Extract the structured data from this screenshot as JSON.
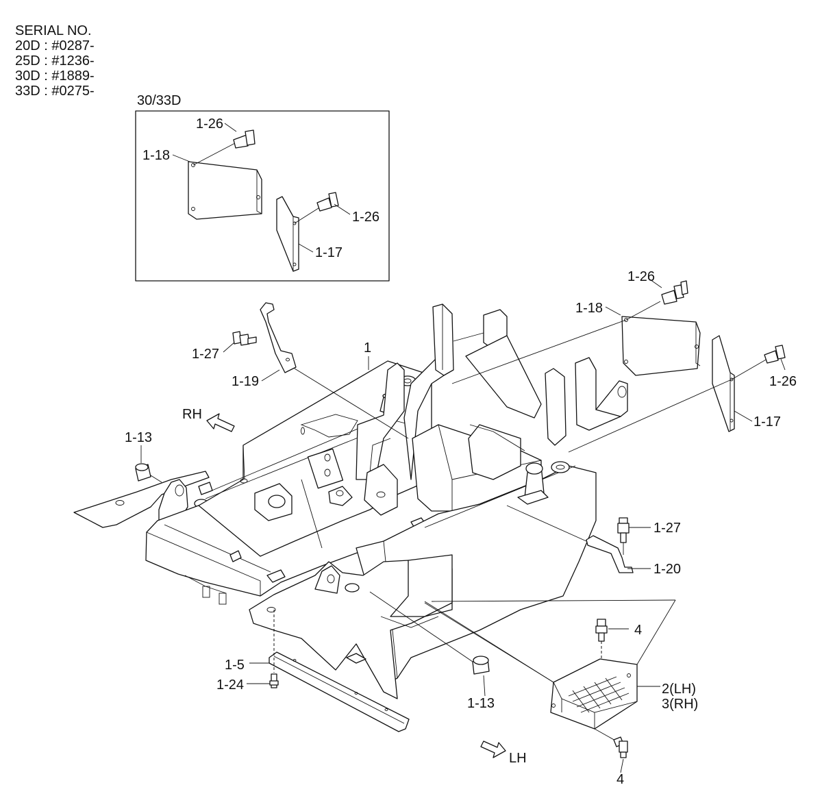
{
  "serial": {
    "heading": "SERIAL NO.",
    "lines": [
      "20D : #0287-",
      "25D : #1236-",
      "30D : #1889-",
      "33D : #0275-"
    ]
  },
  "inset": {
    "title": "30/33D",
    "labels": {
      "bolt_top": "1-26",
      "plate_upper": "1-18",
      "bolt_right": "1-26",
      "plate_lower": "1-17"
    }
  },
  "callouts": {
    "frame": "1",
    "bolt_26_top": "1-26",
    "plate_18": "1-18",
    "bolt_26_right": "1-26",
    "plate_17": "1-17",
    "bolt_27_left": "1-27",
    "bracket_19": "1-19",
    "direction_rh": "RH",
    "bushing_13_left": "1-13",
    "bolt_27_right": "1-27",
    "bracket_20": "1-20",
    "bolt_4_top": "4",
    "step_lh": "2(LH)",
    "step_rh": "3(RH)",
    "plate_5": "1-5",
    "bolt_24": "1-24",
    "bushing_13_bottom": "1-13",
    "direction_lh": "LH",
    "bolt_4_bottom": "4"
  }
}
